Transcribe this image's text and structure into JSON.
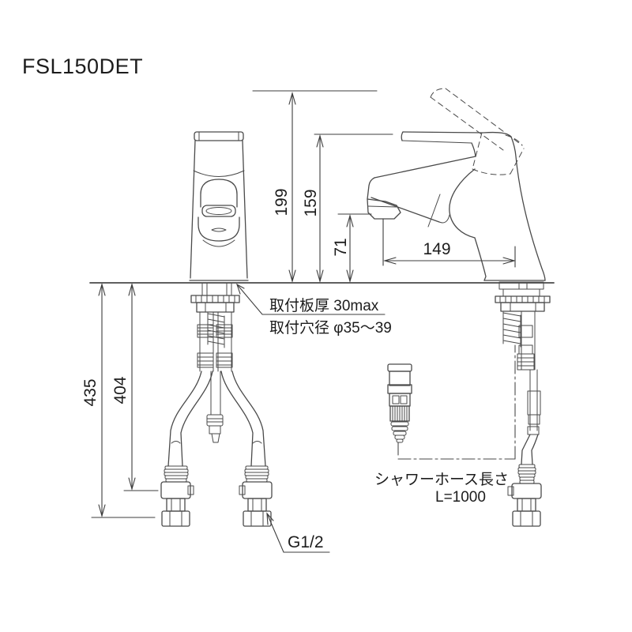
{
  "drawing": {
    "model": "FSL150DET",
    "dimensions": {
      "overall_height_lever_up": "199",
      "overall_height": "159",
      "spout_height": "71",
      "spout_reach": "149",
      "under_counter_total": "435",
      "under_counter_inner": "404"
    },
    "notes": {
      "mount_thickness": "取付板厚 30max",
      "mount_hole": "取付穴径 φ35〜39",
      "shower_hose_line1": "シャワーホース長さ",
      "shower_hose_line2": "L=1000",
      "connection_thread": "G1/2"
    },
    "colors": {
      "line": "#4a4a4a",
      "text": "#1c1c1c",
      "background": "#ffffff"
    }
  }
}
